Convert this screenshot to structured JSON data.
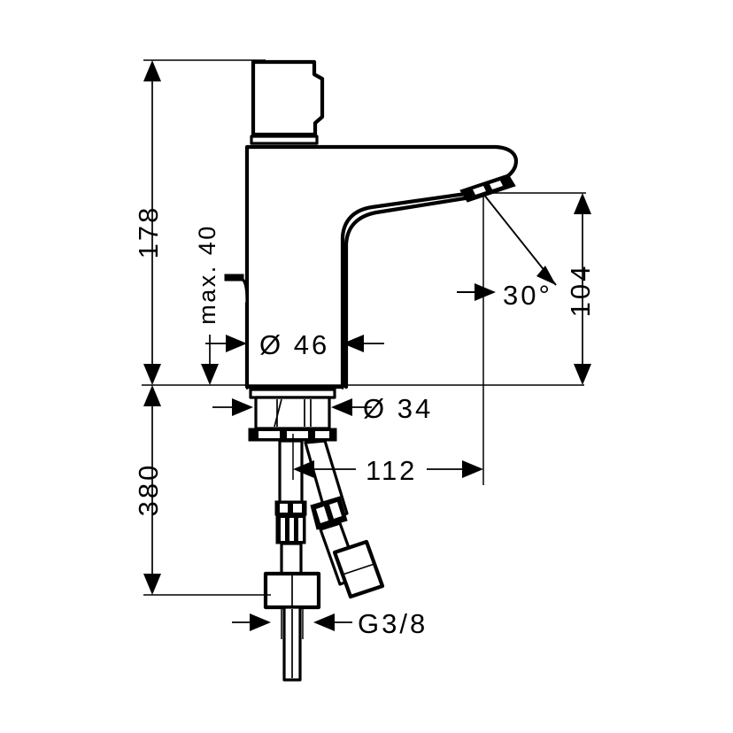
{
  "drawing": {
    "title": "Single lever basin mixer technical dimension drawing",
    "units": "mm",
    "line_color": "#000000",
    "background_color": "#ffffff"
  },
  "dimensions": {
    "height_total": "178",
    "max_lever_clearance": "max. 40",
    "body_diameter": "Ø 46",
    "base_diameter": "Ø 34",
    "spout_projection": "112",
    "spout_height": "104",
    "spout_angle": "30°",
    "connection_thread": "G3/8",
    "installation_depth": "380"
  },
  "labels": [
    {
      "name": "height-178",
      "text": "178"
    },
    {
      "name": "max-40",
      "text": "max. 40"
    },
    {
      "name": "diameter-46",
      "text": "Ø 46"
    },
    {
      "name": "diameter-34",
      "text": "Ø 34"
    },
    {
      "name": "projection-112",
      "text": "112"
    },
    {
      "name": "spout-height-104",
      "text": "104"
    },
    {
      "name": "angle-30",
      "text": "30°"
    },
    {
      "name": "thread-g38",
      "text": "G3/8"
    },
    {
      "name": "depth-380",
      "text": "380"
    }
  ]
}
